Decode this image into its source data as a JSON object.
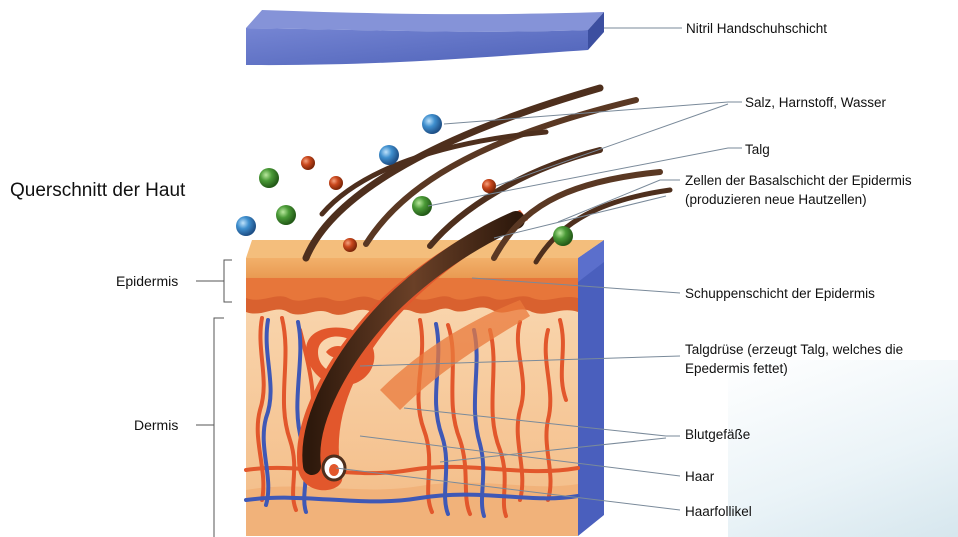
{
  "title": "Querschnitt der Haut",
  "regions": {
    "epidermis": "Epidermis",
    "dermis": "Dermis"
  },
  "labels": {
    "glove": "Nitril Handschuhschicht",
    "salt": "Salz, Harnstoff, Wasser",
    "sebum": "Talg",
    "basal_1": "Zellen der Basalschicht der Epidermis",
    "basal_2": "(produzieren neue Hautzellen)",
    "scale": "Schuppenschicht der Epidermis",
    "gland_1": "Talgdrüse (erzeugt Talg, welches die",
    "gland_2": "Epedermis fettet)",
    "vessels": "Blutgefäße",
    "hair": "Haar",
    "follicle": "Haarfollikel"
  },
  "colors": {
    "glove_top": "#5a6fc2",
    "glove_side": "#3c4fa0",
    "skin_top": "#eda55f",
    "dermis": "#f6c99a",
    "capillary_red": "#e2572c",
    "vein_blue": "#3f58b6",
    "hair": "#4e2f1d",
    "particle_blue": "#3f8fce",
    "particle_red": "#c9471c",
    "particle_green": "#4a9a37"
  }
}
